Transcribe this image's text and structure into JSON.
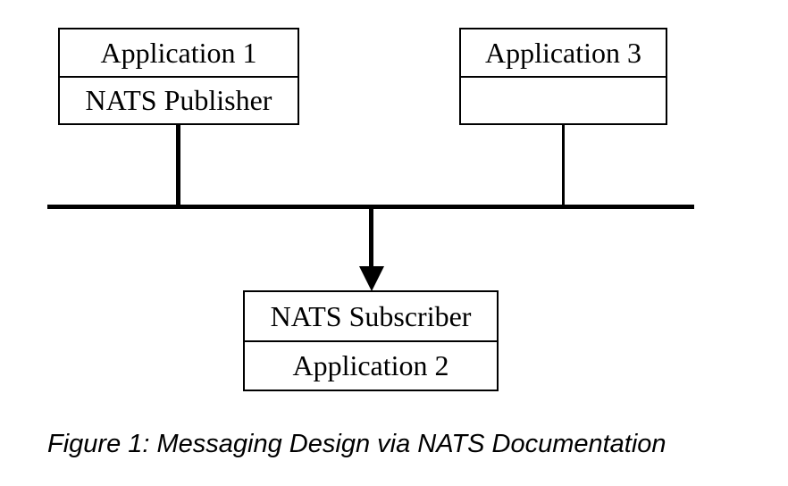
{
  "figure": {
    "background_color": "#ffffff",
    "line_color": "#000000",
    "caption": "Figure 1: Messaging Design via NATS Documentation",
    "nodes": [
      {
        "id": "application-1",
        "rows": [
          "Application 1",
          "NATS Publisher"
        ]
      },
      {
        "id": "application-3",
        "rows": [
          "Application 3",
          ""
        ]
      },
      {
        "id": "application-2",
        "rows": [
          "NATS Subscriber",
          "Application 2"
        ]
      }
    ],
    "connections": [
      {
        "from": "application-1",
        "to": "bus",
        "style": "plain-line"
      },
      {
        "from": "application-3",
        "to": "bus",
        "style": "plain-line"
      },
      {
        "from": "bus",
        "to": "application-2",
        "style": "arrow-down"
      }
    ]
  }
}
